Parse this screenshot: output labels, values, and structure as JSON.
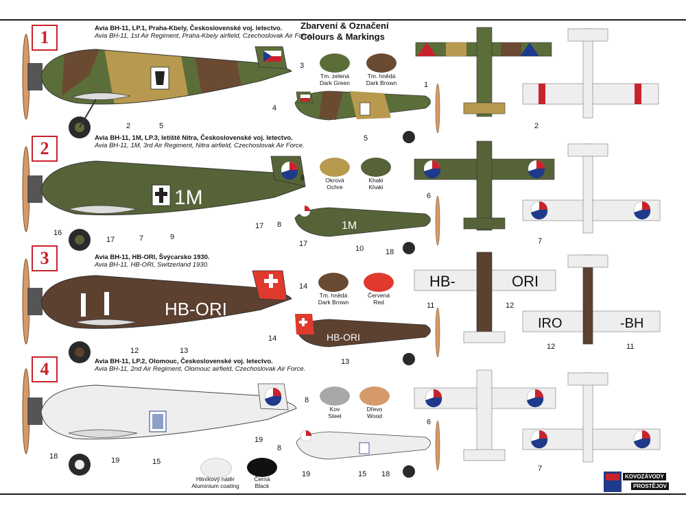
{
  "header": {
    "title_cz": "Zbarvení & Označení",
    "title_en": "Colours & Markings"
  },
  "schemes": [
    {
      "number": "1",
      "line_cz": "Avia BH-11, LP.1, Praha-Kbely, Československé voj. letectvo.",
      "line_en": "Avia BH-11, 1st Air Regiment, Praha-Kbely airfield, Czechoslovak Air Force."
    },
    {
      "number": "2",
      "line_cz": "Avia BH-11, 1M, LP.3, letiště Nitra, Československé voj. letectvo.",
      "line_en": "Avia BH-11, 1M, 3rd Air Regiment, Nitra airfield, Czechoslovak Air Force."
    },
    {
      "number": "3",
      "line_cz": "Avia BH-11, HB-ORI, Švýcarsko 1930.",
      "line_en": "Avia BH-11, HB-ORI, Switzerland 1930."
    },
    {
      "number": "4",
      "line_cz": "Avia BH-11, LP.2, Olomouc, Československé voj. letectvo.",
      "line_en": "Avia BH-11, 2nd Air Regiment, Olomouc airfield, Czechoslovak Air Force."
    }
  ],
  "swatches": [
    {
      "cz": "Tm. zelená",
      "en": "Dark Green",
      "color": "#5b6e3a"
    },
    {
      "cz": "Tm. hnědá",
      "en": "Dark Brown",
      "color": "#6b4a32"
    },
    {
      "cz": "Okrová",
      "en": "Ochre",
      "color": "#b89a4e"
    },
    {
      "cz": "Khaki",
      "en": "Khaki",
      "color": "#566338"
    },
    {
      "cz": "Tm. hnědá",
      "en": "Dark Brown",
      "color": "#6b4a32"
    },
    {
      "cz": "Červená",
      "en": "Red",
      "color": "#e0392e"
    },
    {
      "cz": "Kov",
      "en": "Steel",
      "color": "#a8a8a8"
    },
    {
      "cz": "Dřevo",
      "en": "Wood",
      "color": "#d49a6a"
    },
    {
      "cz": "Hliníkový nátěr",
      "en": "Aluminium coating",
      "color": "#eeeeee"
    },
    {
      "cz": "Černá",
      "en": "Black",
      "color": "#111111"
    }
  ],
  "markings": {
    "code_1m": "1M",
    "code_hb": "HB-ORI",
    "code_hb_left": "HB-",
    "code_hb_right": "ORI",
    "code_hb_under_a": "IRO",
    "code_hb_under_b": "-BH"
  },
  "callouts": {
    "c1": "1",
    "c2": "2",
    "c3": "3",
    "c4": "4",
    "c5": "5",
    "c6": "6",
    "c7": "7",
    "c8": "8",
    "c9": "9",
    "c10": "10",
    "c11": "11",
    "c12": "12",
    "c13": "13",
    "c14": "14",
    "c15": "15",
    "c16": "16",
    "c17": "17",
    "c18": "18",
    "c19": "19"
  },
  "logo": {
    "line1": "KOVOZÁVODY",
    "line2": "PROSTĚJOV"
  },
  "colors": {
    "red": "#c8232c",
    "blue": "#1f3a8a",
    "green": "#5b6e3a",
    "khaki": "#566338",
    "brown": "#5c4030",
    "ochre": "#b89a4e",
    "alu": "#eeeeee",
    "wood": "#d49a6a"
  }
}
